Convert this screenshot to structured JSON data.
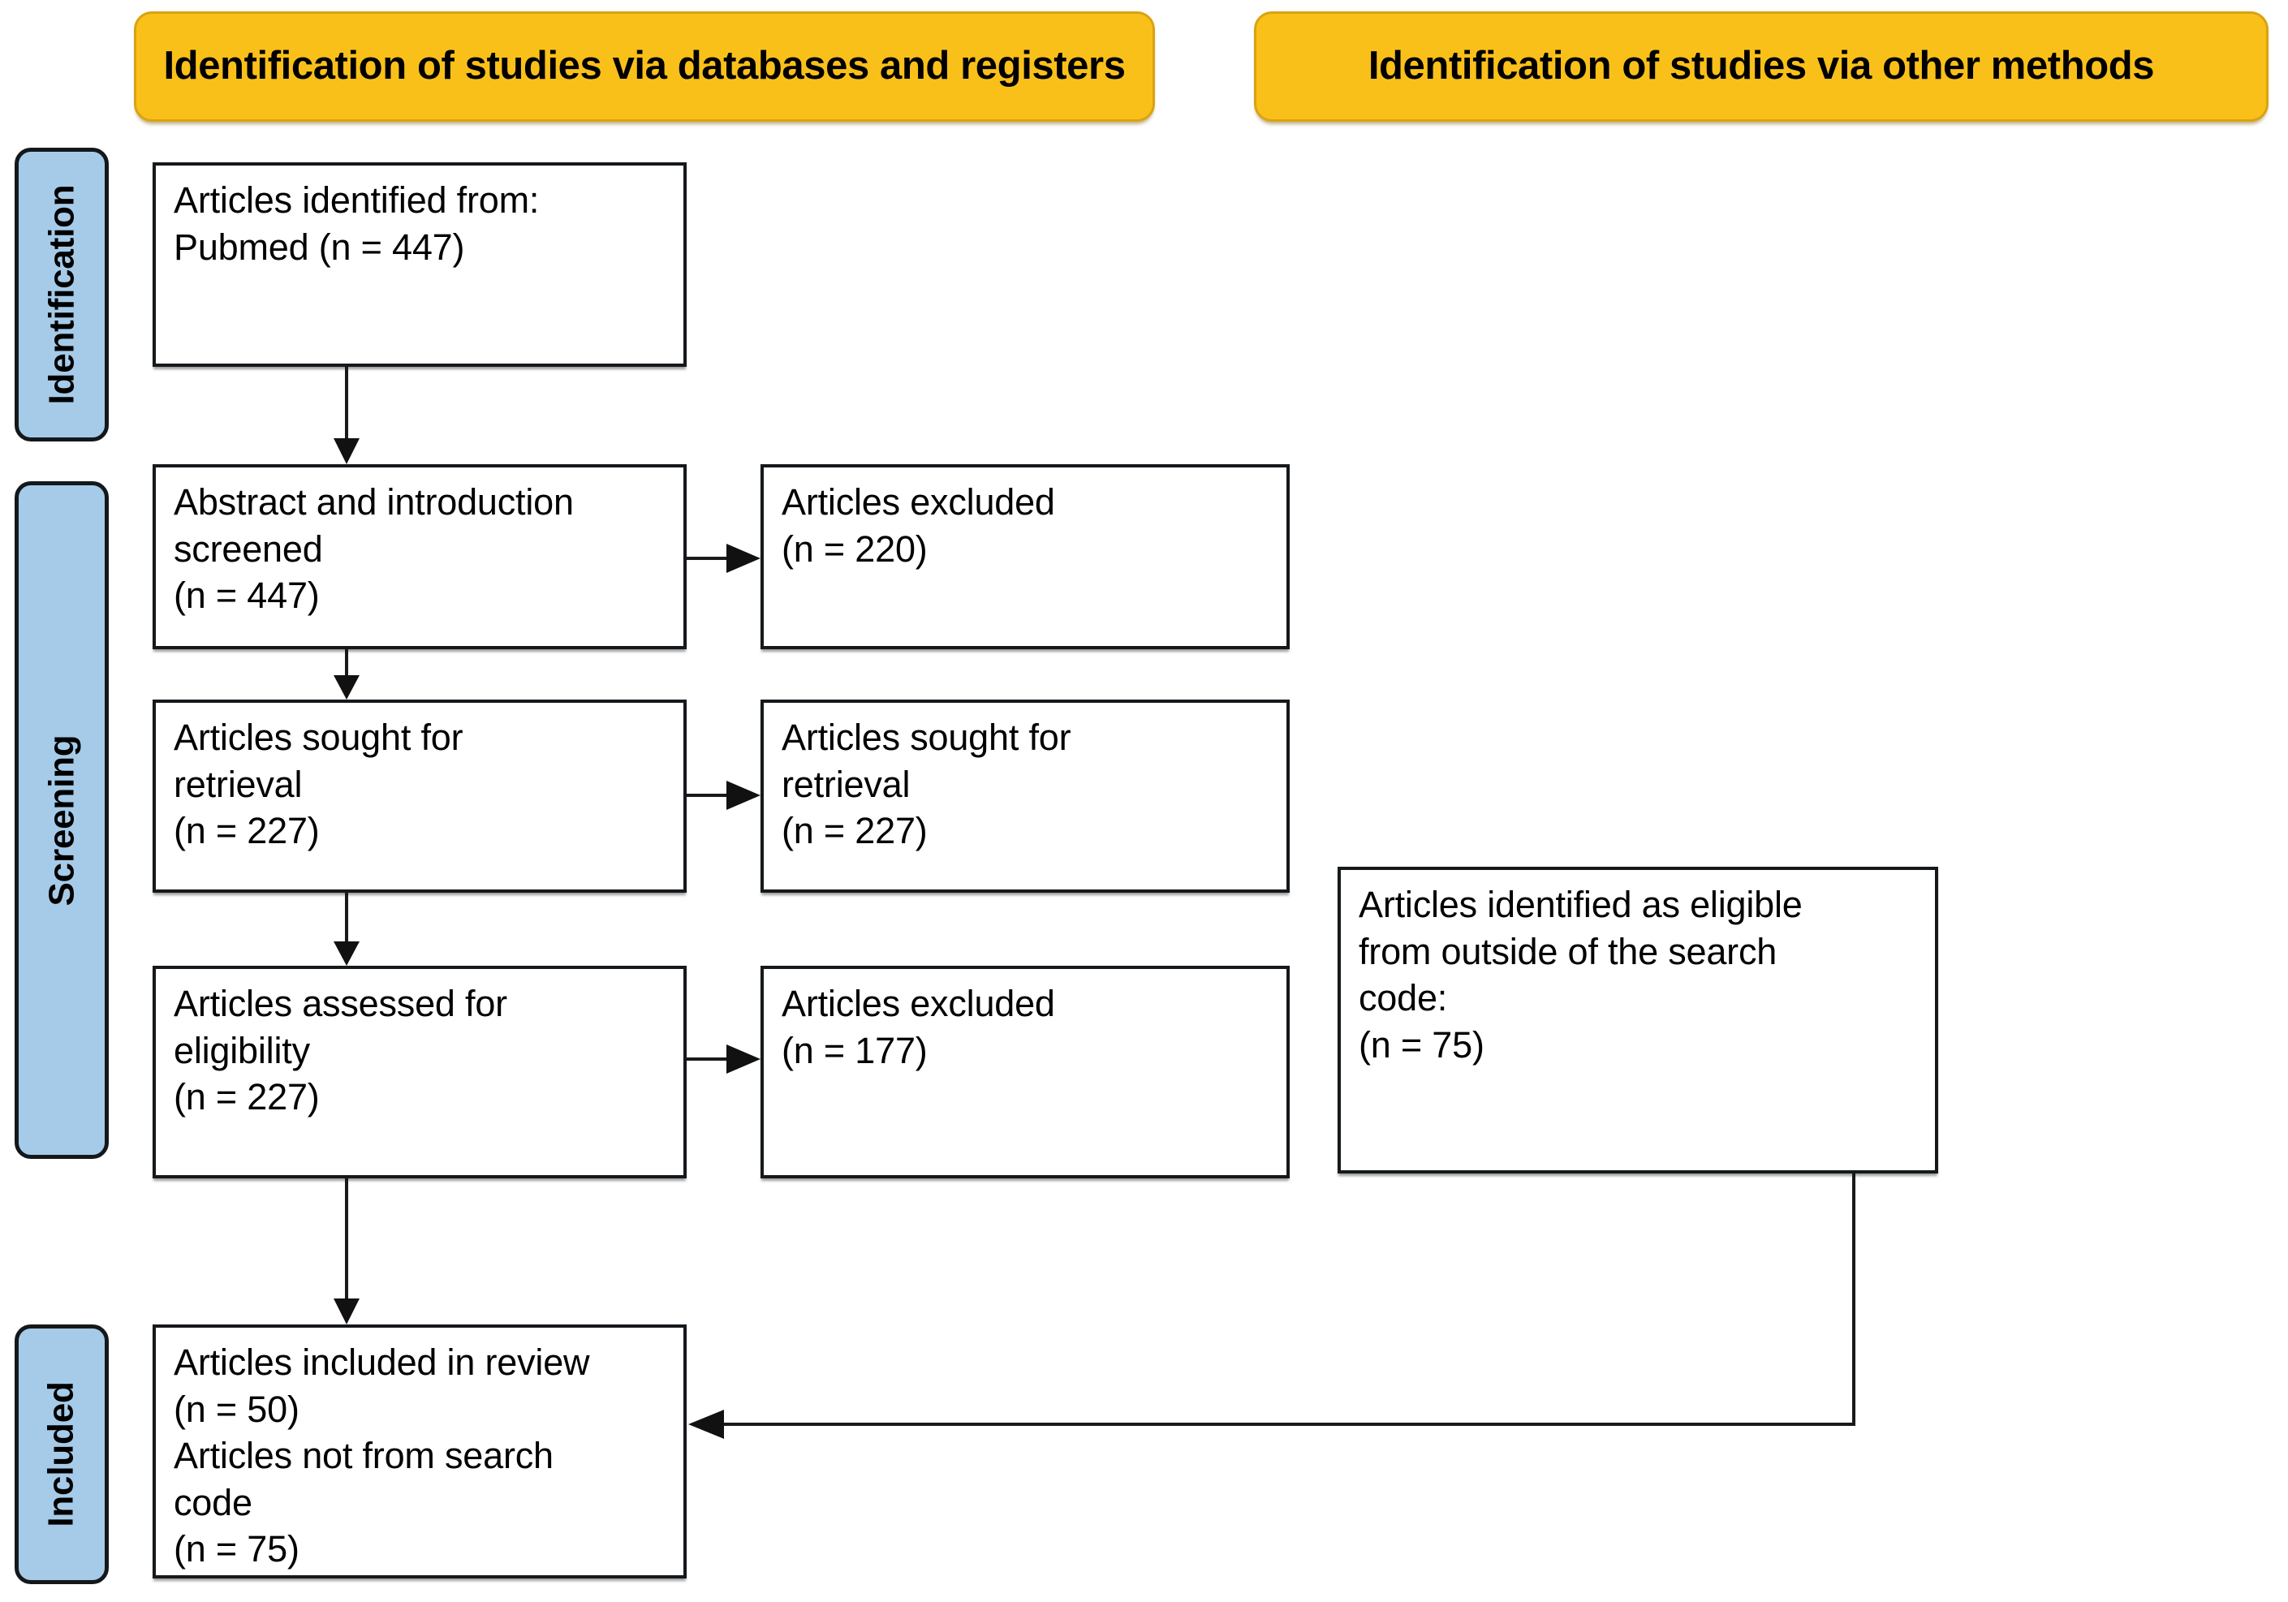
{
  "diagram": {
    "title": "PRISMA study selection flow diagram",
    "colors": {
      "banner_fill": "#FAC01A",
      "banner_border": "#D9A311",
      "phase_fill": "#A6CBE9",
      "phase_border": "#14181B",
      "node_fill": "#FFFFFF",
      "node_border": "#15191C",
      "connector": "#1A1A1A"
    }
  },
  "banners": [
    {
      "id": "databases-registers",
      "label": "Identification of studies via databases and registers"
    },
    {
      "id": "other-methods",
      "label": "Identification of studies via other methods"
    }
  ],
  "phases": [
    {
      "id": "identification",
      "label": "Identification"
    },
    {
      "id": "screening",
      "label": "Screening"
    },
    {
      "id": "included",
      "label": "Included"
    }
  ],
  "nodes": {
    "identified_from": {
      "id": "articles-identified-from",
      "text": "Articles identified from:\n   Pubmed (n = 447)",
      "source": "Pubmed",
      "n": 447
    },
    "abstract_screened": {
      "id": "abstract-and-introduction-screened",
      "text": "Abstract and introduction\nscreened\n(n = 447)",
      "n": 447
    },
    "excluded_screening": {
      "id": "articles-excluded-screening",
      "text": "Articles excluded\n(n = 220)",
      "n": 220
    },
    "sought_retrieval_left": {
      "id": "articles-sought-for-retrieval",
      "text": "Articles sought for\nretrieval\n(n = 227)",
      "n": 227
    },
    "sought_retrieval_right": {
      "id": "articles-sought-for-retrieval-right",
      "text": "Articles sought for\nretrieval\n(n = 227)",
      "n": 227
    },
    "assessed_eligibility": {
      "id": "articles-assessed-for-eligibility",
      "text": "Articles assessed for\neligibility\n(n = 227)",
      "n": 227
    },
    "excluded_eligibility": {
      "id": "articles-excluded-eligibility",
      "text": "Articles excluded\n(n = 177)",
      "n": 177
    },
    "eligible_outside": {
      "id": "articles-identified-outside-search-code",
      "text": "Articles identified as eligible\nfrom outside of the search\ncode:\n(n = 75)",
      "n": 75
    },
    "included_review": {
      "id": "articles-included-in-review",
      "text": "Articles included in review\n(n = 50)\nArticles not from search\ncode\n(n = 75)",
      "n_included": 50,
      "n_not_from_search_code": 75
    }
  },
  "connectors": [
    {
      "id": "identified-to-screened",
      "type": "arrow-down"
    },
    {
      "id": "screened-to-excluded-220",
      "type": "arrow-right"
    },
    {
      "id": "screened-to-sought",
      "type": "arrow-down"
    },
    {
      "id": "sought-to-sought-right",
      "type": "arrow-right"
    },
    {
      "id": "sought-to-assessed",
      "type": "arrow-down"
    },
    {
      "id": "assessed-to-excluded-177",
      "type": "arrow-right"
    },
    {
      "id": "assessed-to-included",
      "type": "arrow-down"
    },
    {
      "id": "eligible-outside-to-included",
      "type": "elbow-arrow-left"
    }
  ]
}
